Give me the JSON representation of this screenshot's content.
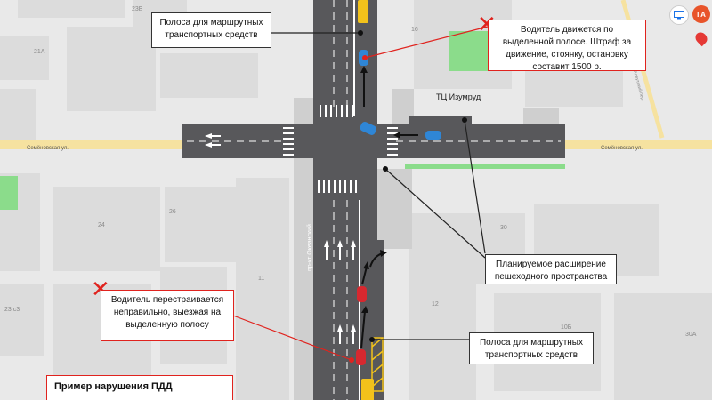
{
  "map": {
    "streets": {
      "semenovskaya_left": "Семёновская ул.",
      "semenovskaya_right": "Семёновская ул.",
      "okeansky": "пр-кт Океанский",
      "side_street": "Алеутский пер."
    },
    "landmark": "ТЦ Изумруд",
    "house_numbers": [
      "23Б",
      "21А",
      "16",
      "24",
      "26",
      "11",
      "12",
      "30",
      "10Б",
      "30А",
      "23 с3"
    ]
  },
  "callouts": {
    "bus_lane_top": "Полоса для маршрутных транспортных средств",
    "violation_top": "Водитель движется по выделенной полосе. Штраф за движение, стоянку, остановку составит 1500 р.",
    "pedestrian": "Планируемое расширение пешеходного пространства",
    "violation_bottom": "Водитель перестраивается неправильно, выезжая на выделенную полосу",
    "bus_lane_bottom": "Полоса для маршрутных транспортных средств"
  },
  "caption": "Пример нарушения ПДД",
  "markers": {
    "violation_cross": "✕"
  },
  "tools": {
    "badge_label": "ГА"
  },
  "colors": {
    "road": "#58585b",
    "block": "#dcdcdc",
    "ground": "#e9e9e9",
    "green": "#8bdc8b",
    "bus_yellow": "#f2c21b",
    "car_blue": "#2f86d6",
    "car_red": "#d7282f",
    "accent_red": "#e0231e",
    "street_yellow": "#f6e2a0"
  }
}
